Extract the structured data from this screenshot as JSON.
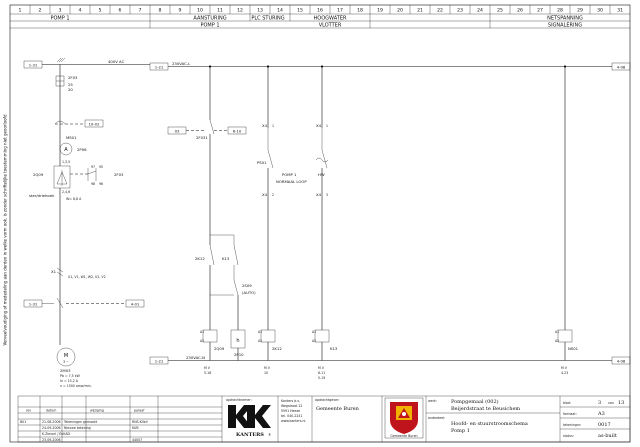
{
  "column_numbers": [
    "1",
    "2",
    "3",
    "4",
    "5",
    "6",
    "7",
    "8",
    "9",
    "10",
    "11",
    "12",
    "13",
    "14",
    "15",
    "16",
    "17",
    "18",
    "19",
    "20",
    "21",
    "22",
    "23",
    "24",
    "25",
    "26",
    "27",
    "28",
    "29",
    "30",
    "31"
  ],
  "header": {
    "row1": {
      "pomp1": "POMP 1",
      "aansturing": "AANSTURING",
      "plc_sturing": "PLC STURING",
      "hoogwater": "HOOGWATER",
      "netspanning": "NETSPANNING"
    },
    "row2": {
      "pomp1": "POMP 1",
      "vlotter": "VLOTTER",
      "signalering": "SIGNALERING"
    }
  },
  "side_note": "Verveelvoudiging of mededeling aan derden in welke vorm ook, is zonder schriftelijke toestemming niet geoorloofd",
  "power": {
    "ref_left": "1-31",
    "supply": "400V AC",
    "breaker": "2F03",
    "breaker_rating_a": "25",
    "breaker_rating_b": "20",
    "ref_10_02": "10-02",
    "bus_tag": "MS01",
    "meter_symbol": "A",
    "meter_tag": "2P06",
    "soft_starter_tag": "2Q09",
    "soft_starter_name": "ster/driehoek",
    "soft_starter_contacts": "1,3,5",
    "soft_starter_out": "2,4,6",
    "soft_starter_setting": "IN= 8,8 A",
    "fault_contact": "2F03",
    "fault_terms_a": "97",
    "fault_terms_b": "98",
    "fault_terms_c": "95",
    "fault_terms_d": "96",
    "terminal_tag": "X1",
    "terminal_list": "U1, V1, W1, W2, U2, V2",
    "ref_1_31b": "1-31",
    "ref_4_01": "4-01",
    "motor_tag": "2M03",
    "motor_symbol": "M",
    "motor_phase": "3 ~",
    "motor_spec_1": "Pb = 7,5 kW",
    "motor_spec_2": "In = 15,2 A",
    "motor_spec_3": "n = 1500 omw/min."
  },
  "control": {
    "ref_top_left": "1-21",
    "line_label": "230VAC-L",
    "ref_top_right": "4-08",
    "ref_03": "03",
    "ref_6_10": "6-10",
    "contact_2f03": "2F031",
    "x4_a": "X4",
    "x4_b": "X4",
    "x4_c": "X4",
    "x4_d": "X4",
    "term_1": "1",
    "term_2": "2",
    "term_3": "3",
    "ps01": "PS01",
    "ps01_note_1": "POMP 1",
    "ps01_note_2": "NORMAAL LOOP",
    "hw": "HW",
    "k12": "2K12",
    "k13": "K13",
    "s09": "2S09",
    "s09_mode": "(AUTO)",
    "q09_coil": "2Q09",
    "h_symbol": "h",
    "p10": "2P10",
    "k12_coil": "2K12",
    "k13_coil": "K13",
    "ns01_coil": "NS01",
    "coil_a1": "A1",
    "coil_a2": "A2",
    "ref_bottom_left": "1-21",
    "neutral_label": "230VAC-N",
    "ref_bottom_right": "4-08",
    "xref_1": "M V",
    "xref_1b": "5-18",
    "xref_2": "M V",
    "xref_2b": "10",
    "xref_3": "M V",
    "xref_3b": "6-11",
    "xref_3c": "5-19",
    "xref_4": "M V",
    "xref_4b": "4-23"
  },
  "titleblock": {
    "rev_rows": [
      {
        "rev": "B01",
        "date": "21-08-2006",
        "desc": "Tekeningen gemaakt",
        "by": "RNS-KVeil"
      },
      {
        "rev": "",
        "date": "24-09-2006",
        "desc": "Nieuwe tekening",
        "by": "KUB"
      }
    ],
    "col_rev": "rev",
    "col_date": "datum",
    "col_desc": "wijziging",
    "col_by": "paraaf",
    "drawn_by": "K.Zieverl / EnKAD",
    "drawn_date": "23-09-2006",
    "code": "44007",
    "opdrachtnemer": "opdrachtnemer:",
    "company": "KANTERS",
    "company_reg": "®",
    "company_address_1": "Kanters b.v.",
    "company_address_2": "Wegstraat 12",
    "company_address_3": "5591 Heeze",
    "company_address_4": "tel. 040-2241",
    "company_address_5": "www.kanters.nl",
    "opdrachtgever": "opdrachtgever:",
    "client": "Gemeente Buren",
    "client_logo_text": "Gemeente Buren",
    "subject_label_1": "werk:",
    "subject_1": "Pompgemaal (002)",
    "subject_2": "Beijerdstraat te Beusichem",
    "subject_label_2": "onderdeel:",
    "subject_3": "Hoofd- en stuurstroomschema",
    "subject_4": "Pomp 1",
    "sheet_label": "blad:",
    "sheet": "3",
    "sheet_of": "van",
    "sheet_total": "13",
    "format_label": "formaat:",
    "format": "A3",
    "drawing_label": "tekeningnr:",
    "drawing_no": "0017",
    "status_label": "status:",
    "status": "as-built"
  }
}
